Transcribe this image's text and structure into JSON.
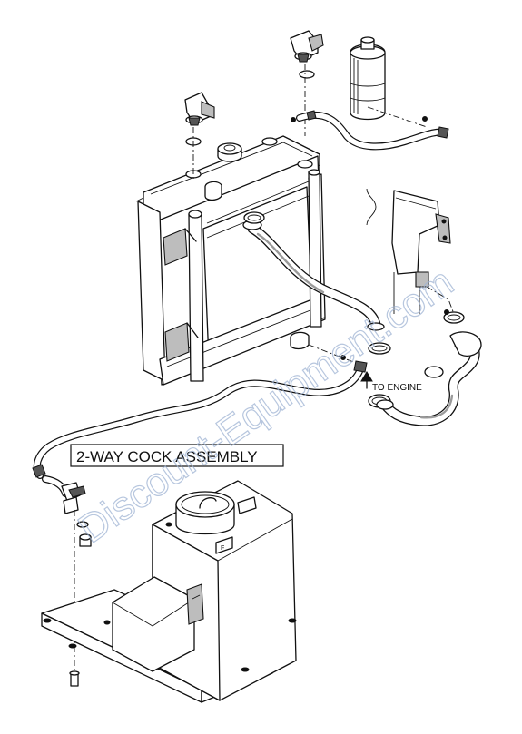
{
  "labels": {
    "assembly_title": "2-WAY COCK ASSEMBLY",
    "to_engine": "TO ENGINE",
    "tank_cap_mark": "F"
  },
  "watermark": {
    "text": "Discount-Equipment.com",
    "color": "#9fb4d4"
  },
  "colors": {
    "line": "#111111",
    "background": "#ffffff",
    "fill_gray": "#bdbdbd"
  }
}
